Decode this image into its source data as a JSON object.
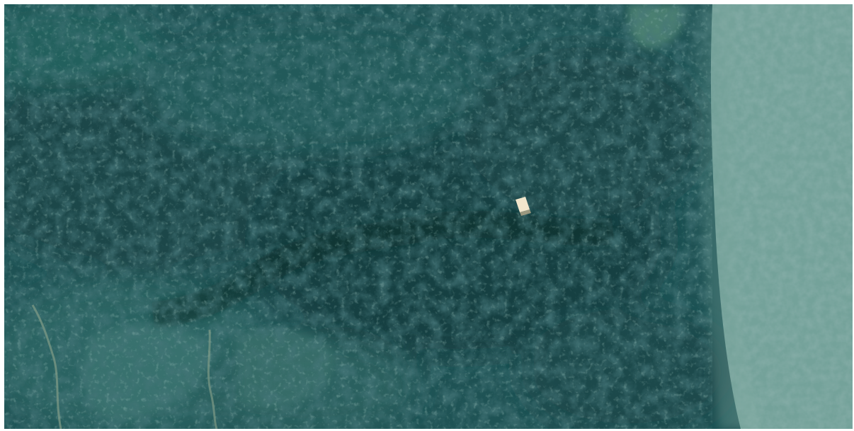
{
  "map": {
    "view": "satellite",
    "colors": {
      "forest_dark": "#143c40",
      "forest_mid": "#1f5355",
      "forest_light": "#2f6a66",
      "canopy_highlight": "#3e7c74",
      "clearing": "#4f8474",
      "bright_tile": "#6e9c94",
      "bright_tile_light": "#8fb5ac",
      "path": "#7d9a86",
      "roof": "#f1e6cc"
    },
    "features": [
      "dense-forest-canopy",
      "hazy-image-tile-east",
      "small-building",
      "clearing-north-east",
      "forest-trail-west",
      "forest-trail-south",
      "lighter-grass-patches-south-west"
    ]
  }
}
